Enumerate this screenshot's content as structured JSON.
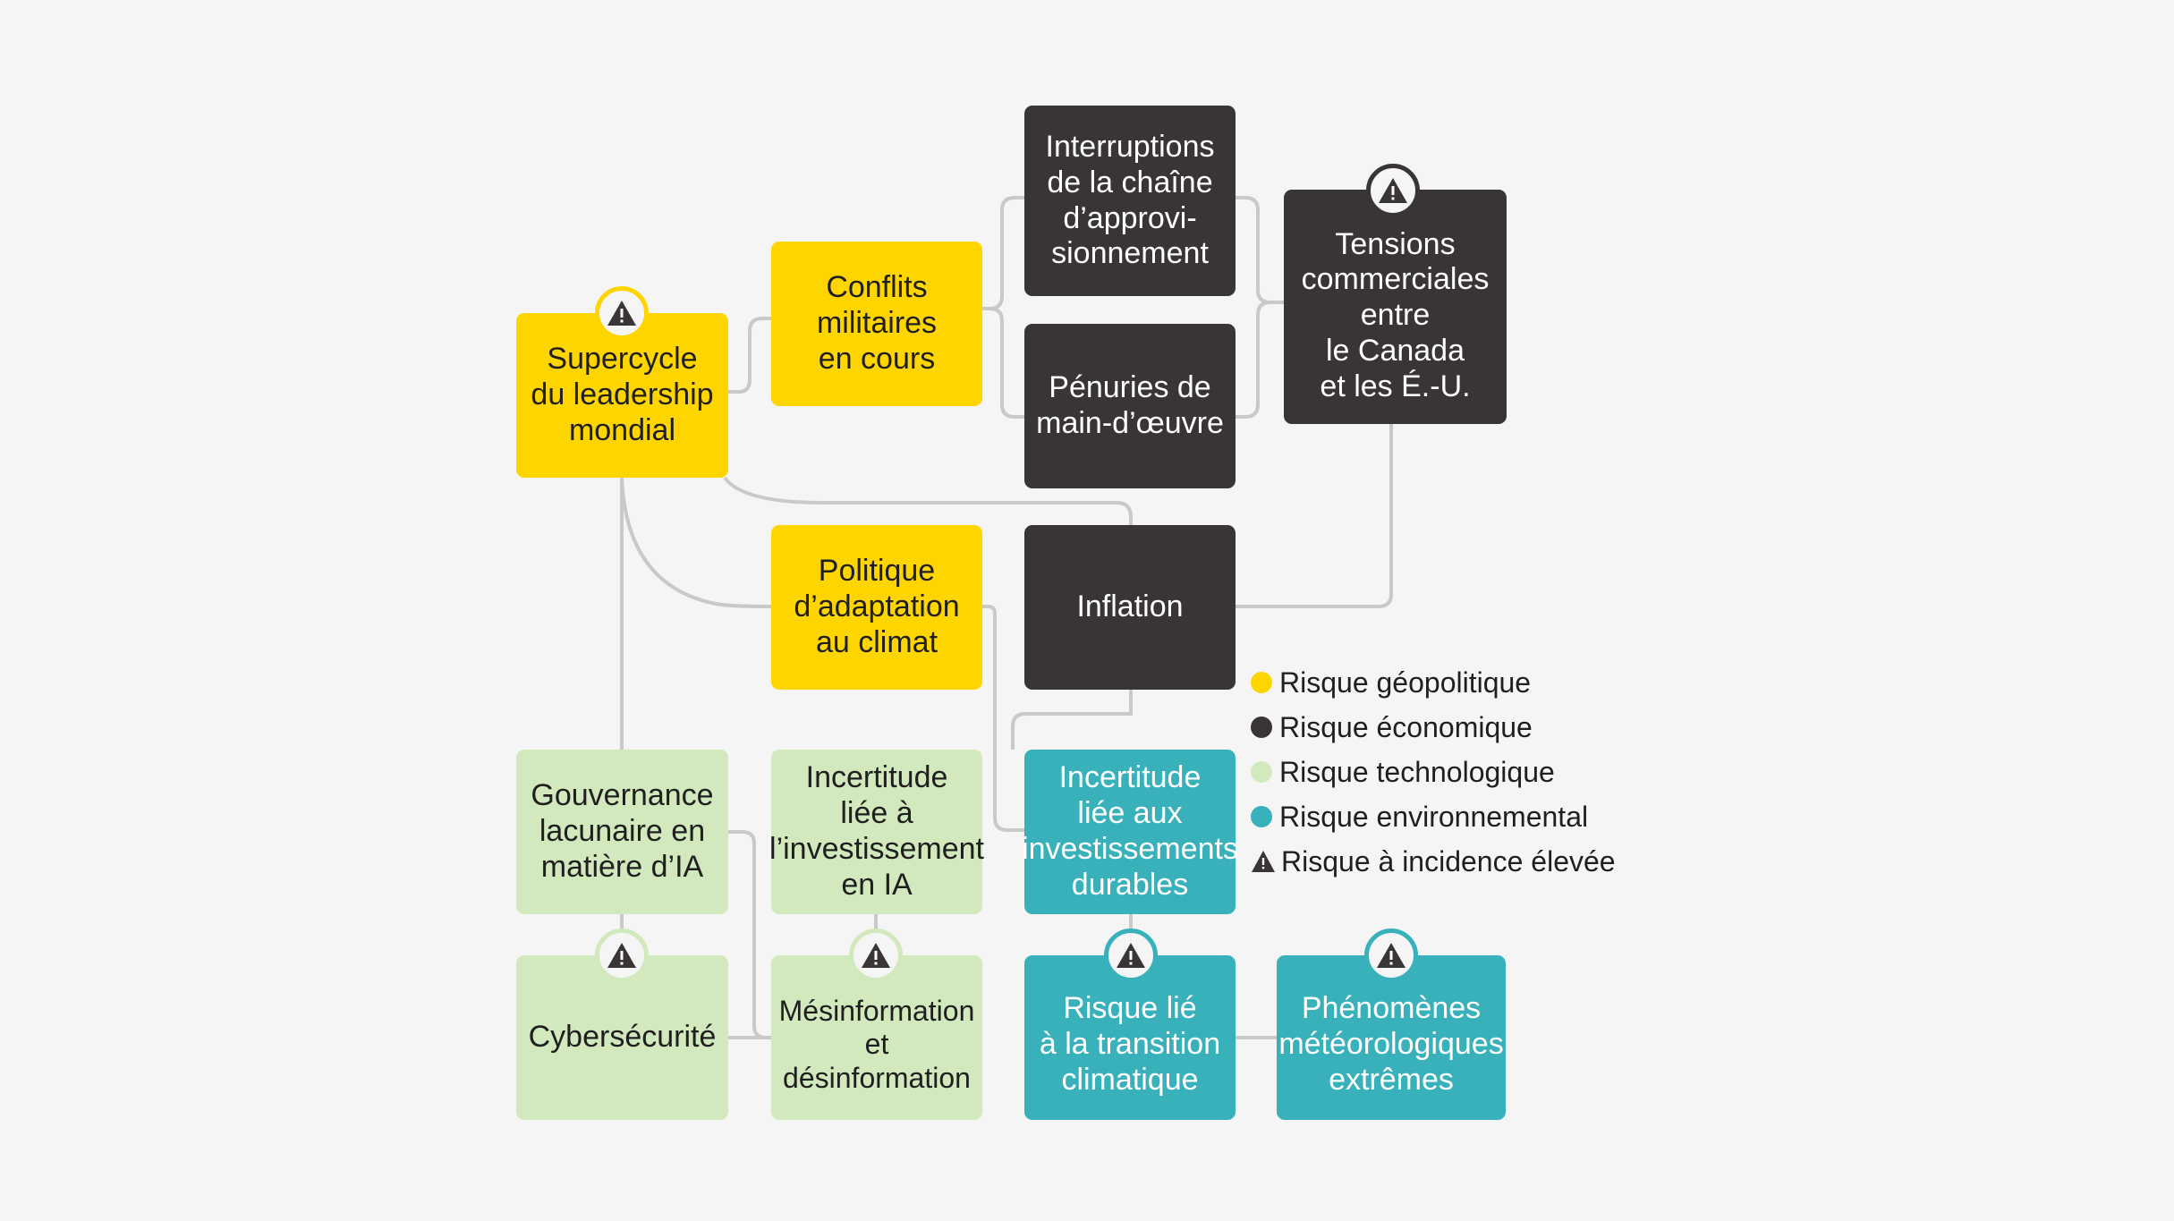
{
  "colors": {
    "geopolitical": "#ffd500",
    "economic": "#383534",
    "technological": "#d2e9bd",
    "environmental": "#38b1bb",
    "connector": "#c9c9c9",
    "background": "#f5f5f5"
  },
  "nodes": {
    "supercycle": "Supercycle\ndu leadership\nmondial",
    "conflicts": "Conflits\nmilitaires\nen cours",
    "supply_chain": "Interruptions\nde la chaîne\nd’approvi-\nsionnement",
    "labour": "Pénuries de\nmain-d’œuvre",
    "trade_tensions": "Tensions\ncommerciales\nentre\nle Canada\net les É.-U.",
    "climate_policy": "Politique\nd’adaptation\nau climat",
    "inflation": "Inflation",
    "ai_governance": "Gouvernance\nlacunaire en\nmatière d’IA",
    "ai_investment": "Incertitude\nliée à\nl’investissement\nen IA",
    "sustainable_investment": "Incertitude\nliée aux\ninvestissements\ndurables",
    "cybersecurity": "Cybersécurité",
    "misinformation": "Mésinformation\net\ndésinformation",
    "climate_transition": "Risque lié\nà la transition\nclimatique",
    "extreme_weather": "Phénomènes\nmétéorologiques\nextrêmes"
  },
  "legend": {
    "geopolitical": "Risque géopolitique",
    "economic": "Risque économique",
    "technological": "Risque technologique",
    "environmental": "Risque environnemental",
    "high_impact": "Risque à incidence élevée"
  },
  "icons": {
    "high_impact": "warning-triangle-icon"
  }
}
